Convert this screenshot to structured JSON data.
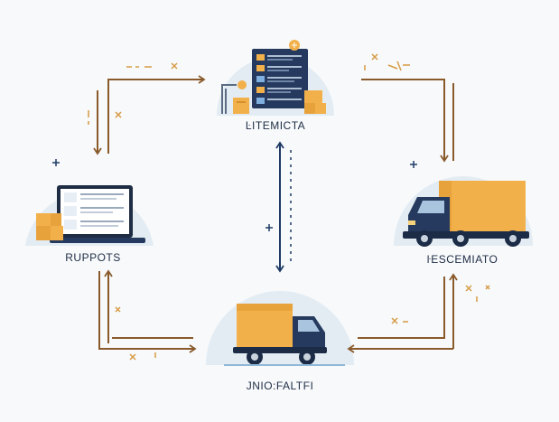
{
  "nodes": {
    "top": {
      "label": "ĿITEMICTA",
      "icon": "warehouse-dashboard-icon"
    },
    "left": {
      "label": "RUPPOTS",
      "icon": "laptop-with-boxes-icon"
    },
    "right": {
      "label": "ŀESCEMIATO",
      "icon": "delivery-truck-icon"
    },
    "bottom": {
      "label": "ЈNIO:FALTFI",
      "icon": "cargo-truck-icon"
    }
  },
  "colors": {
    "arrow_brown": "#8a5a2b",
    "arrow_navy": "#1f3b66",
    "box_orange": "#f2b04b",
    "truck_navy": "#253a5e",
    "bg_circle": "#e3ecf3"
  }
}
